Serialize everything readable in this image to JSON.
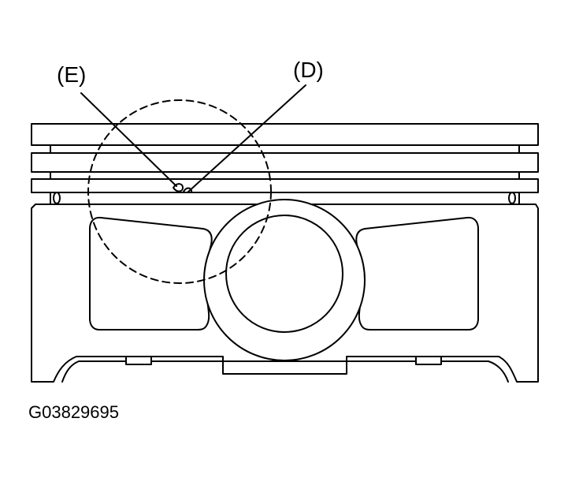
{
  "callouts": {
    "e": "(E)",
    "d": "(D)"
  },
  "figure_id": "G03829695",
  "colors": {
    "line": "#000000",
    "background": "#ffffff"
  }
}
